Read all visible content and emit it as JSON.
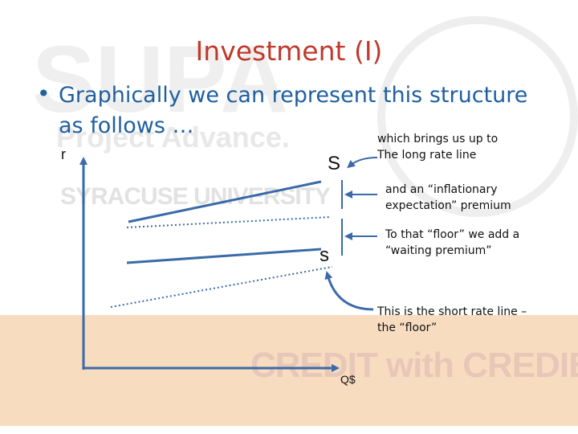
{
  "watermark": {
    "big": "SUPA",
    "project": "Project Advance.",
    "university": "SYRACUSE UNIVERSITY",
    "credit": "CREDIT with CREDIBILITY."
  },
  "slide": {
    "title": "Investment (I)",
    "bullet": "Graphically we can represent this structure as follows …"
  },
  "diagram": {
    "y_axis_label": "r",
    "x_axis_label": "Q$",
    "long_rate_label": "S",
    "short_rate_label": "s",
    "notes": {
      "long_rate": "which brings us up to The long rate line",
      "inflation": "and an “inflationary expectation” premium",
      "waiting": "To that “floor” we add a “waiting premium”",
      "short_rate": "This is the short rate line – the “floor”"
    }
  },
  "colors": {
    "title": "#c0392b",
    "bullet": "#1f5fa0",
    "lines": "#3a6aa8",
    "band": "#f8dcc0"
  }
}
